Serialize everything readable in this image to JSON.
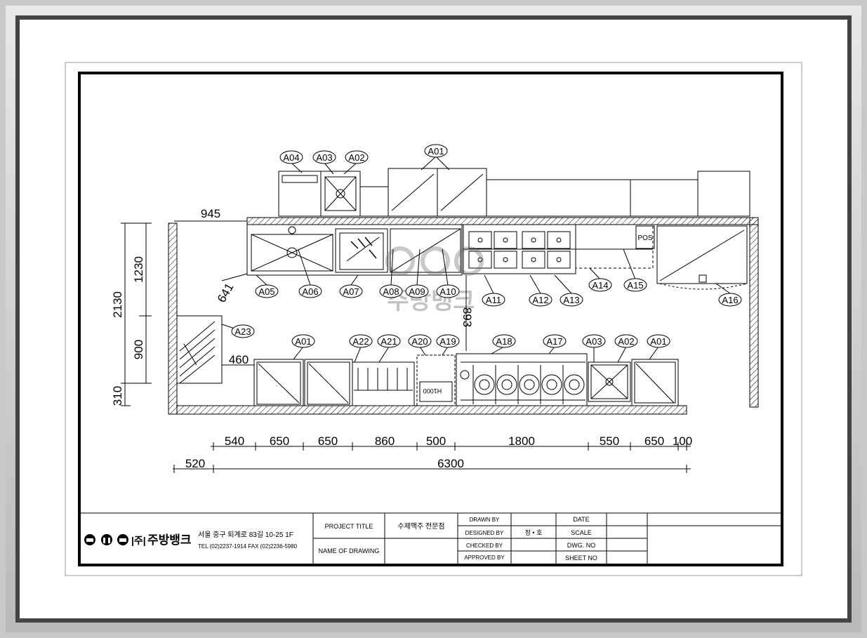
{
  "dimensions": {
    "top_945": "945",
    "left_2130": "2130",
    "left_1230": "1230",
    "left_900": "900",
    "left_310": "310",
    "diag_641": "641",
    "mid_460": "460",
    "vert_893": "893",
    "bottom_row": [
      "540",
      "650",
      "650",
      "860",
      "500",
      "1800",
      "550",
      "650",
      "100"
    ],
    "left_520": "520",
    "total_6300": "6300"
  },
  "tags_top": {
    "a04": "A04",
    "a03": "A03",
    "a02": "A02",
    "a01": "A01"
  },
  "tags_back": [
    "A05",
    "A06",
    "A07",
    "A08",
    "A09",
    "A10",
    "A11",
    "A12",
    "A13",
    "A14",
    "A15",
    "A16"
  ],
  "tags_front": {
    "a23": "A23",
    "a01a": "A01",
    "a22": "A22",
    "a21": "A21",
    "a20": "A20",
    "a19": "A19",
    "a18": "A18",
    "a17": "A17",
    "a03": "A03",
    "a02": "A02",
    "a01b": "A01"
  },
  "labels": {
    "pos": "POS",
    "h1000": "H1000"
  },
  "watermark": {
    "text": "주방뱅크"
  },
  "title_block": {
    "company_prefix": "|주|",
    "company_name": "주방뱅크",
    "address": "서울 중구 퇴계로 83길 10-25 1F",
    "contact": "TEL (02)2237-1914 FAX (02)2236-5980",
    "project_title_label": "PROJECT TITLE",
    "project_title_value": "수제맥주 전문점",
    "name_of_drawing_label": "NAME OF DRAWING",
    "drawn_by_label": "DRAWN BY",
    "designed_by_label": "DESIGNED BY",
    "designed_by_value": "정 • 호",
    "checked_by_label": "CHECKED BY",
    "approved_by_label": "APPROVED BY",
    "date_label": "DATE",
    "scale_label": "SCALE",
    "dwg_no_label": "DWG. NO",
    "sheet_no_label": "SHEET NO"
  }
}
